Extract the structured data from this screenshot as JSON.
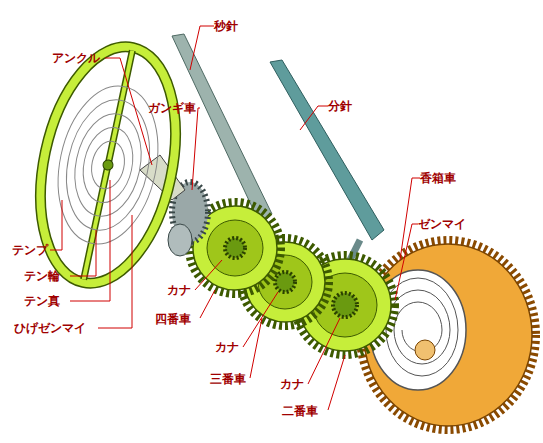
{
  "diagram": {
    "labels": [
      "アンクル",
      "秒針",
      "ガンギ車",
      "分針",
      "香箱車",
      "ゼンマイ",
      "テンプ",
      "テン輪",
      "テン真",
      "ひげゼンマイ",
      "カナ",
      "四番車",
      "カナ",
      "三番車",
      "カナ",
      "二番車"
    ]
  }
}
